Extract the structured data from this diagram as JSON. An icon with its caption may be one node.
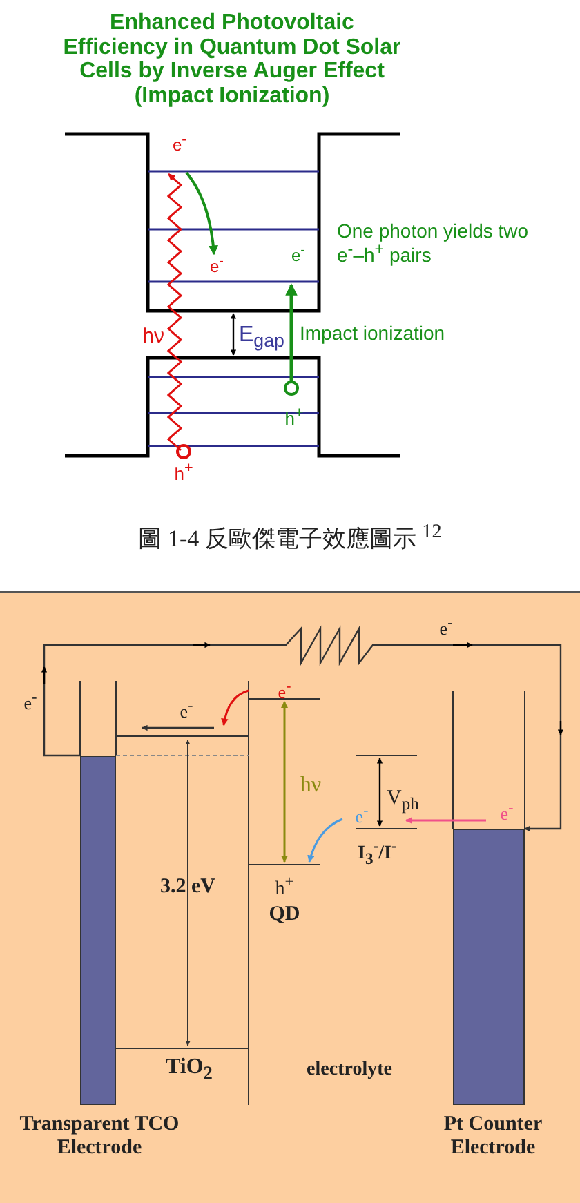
{
  "diagram": {
    "title": "Enhanced Photovoltaic Efficiency in Quantum Dot Solar Cells by Inverse Auger Effect (Impact Ionization)",
    "caption": "圖 1-4 反歐傑電子效應圖示 $^{12}$",
    "nodes": [
      {
        "text": [],
        "shape": "bar",
        "beside": [
          "Transparent TCO Electrode"
        ]
      },
      {
        "text": [],
        "shape": "bar",
        "beside": [
          "Pt Counter Electrode"
        ]
      }
    ],
    "edges": [
      {
        "from": 0,
        "to": 1,
        "arrow": "to",
        "label": "e$^{-}$"
      }
    ],
    "labels": [
      "e$^{-}$",
      "e$^{-}$",
      "e$^{-}$",
      "One photon yields two e$^{-}$–h$^{+}$ pairs",
      "hν",
      "E$_{gap}$",
      "Impact ionization",
      "h$^{+}$",
      "h$^{+}$",
      "e$^{-}$",
      "e$^{-}$",
      "e$^{-}$",
      "hν",
      "V$_{ph}$",
      "e$^{-}$",
      "e$^{-}$",
      "I$_{3}$$^{-}$/I$^{-}$",
      "3.2 eV",
      "h$^{+}$",
      "QD",
      "TiO$_{2}$",
      "electrolyte"
    ]
  }
}
